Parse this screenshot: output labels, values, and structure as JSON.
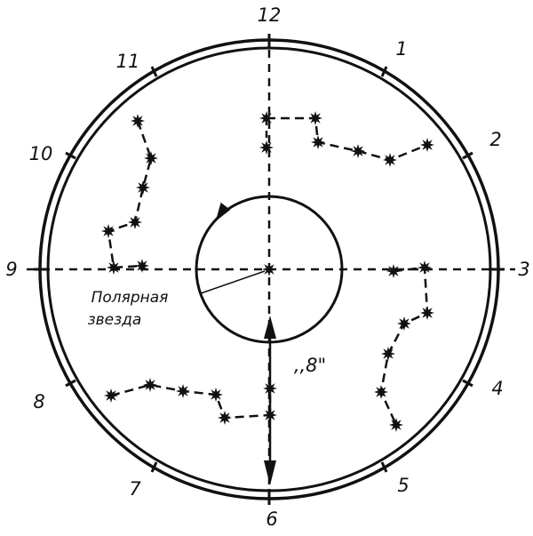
{
  "clock_face": {
    "hours": {
      "h1": "1",
      "h2": "2",
      "h3": "3",
      "h4": "4",
      "h5": "5",
      "h6": "6",
      "h7": "7",
      "h8": "8",
      "h9": "9",
      "h10": "10",
      "h11": "11",
      "h12": "12"
    }
  },
  "labels": {
    "polaris_line1": "Полярная",
    "polaris_line2": "звезда",
    "eight_mark": ",,8\""
  },
  "style": {
    "ink": "#111111",
    "paper": "#ffffff"
  },
  "constellation_positions": [
    "12 o'clock",
    "3 o'clock",
    "6 o'clock",
    "9 o'clock"
  ]
}
